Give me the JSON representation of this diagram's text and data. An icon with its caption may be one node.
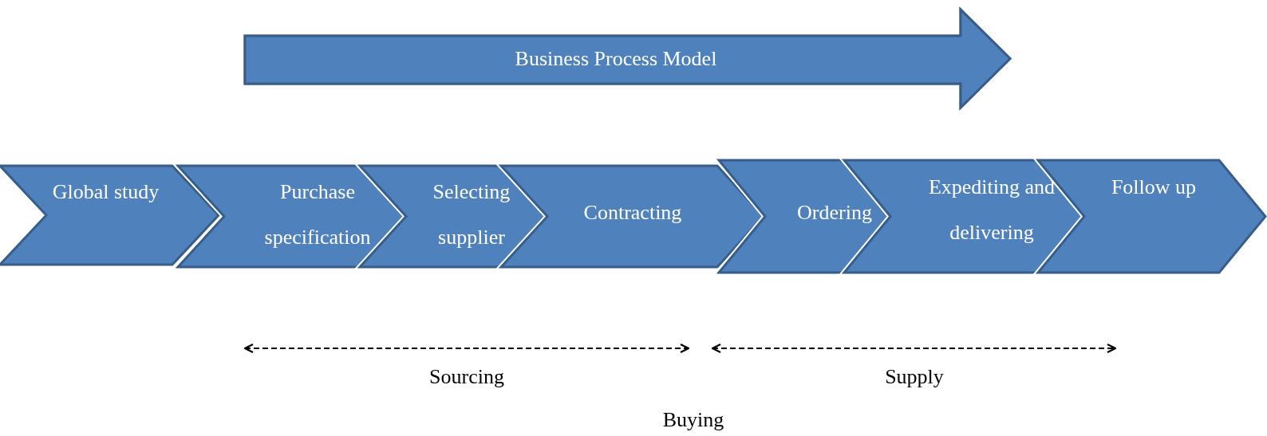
{
  "diagram": {
    "nodes": [
      {
        "text": [
          "Business Process Model"
        ]
      },
      {
        "text": [
          "Global study"
        ]
      },
      {
        "text": [
          "Purchase specification"
        ]
      },
      {
        "text": [
          "Selecting supplier"
        ]
      },
      {
        "text": [
          "Contracting"
        ]
      },
      {
        "text": [
          "Ordering"
        ]
      },
      {
        "text": [
          "Expediting and delivering"
        ]
      },
      {
        "text": [
          "Follow up"
        ]
      }
    ],
    "edges": [],
    "labels": [
      "Sourcing",
      "Supply",
      "Buying"
    ]
  }
}
